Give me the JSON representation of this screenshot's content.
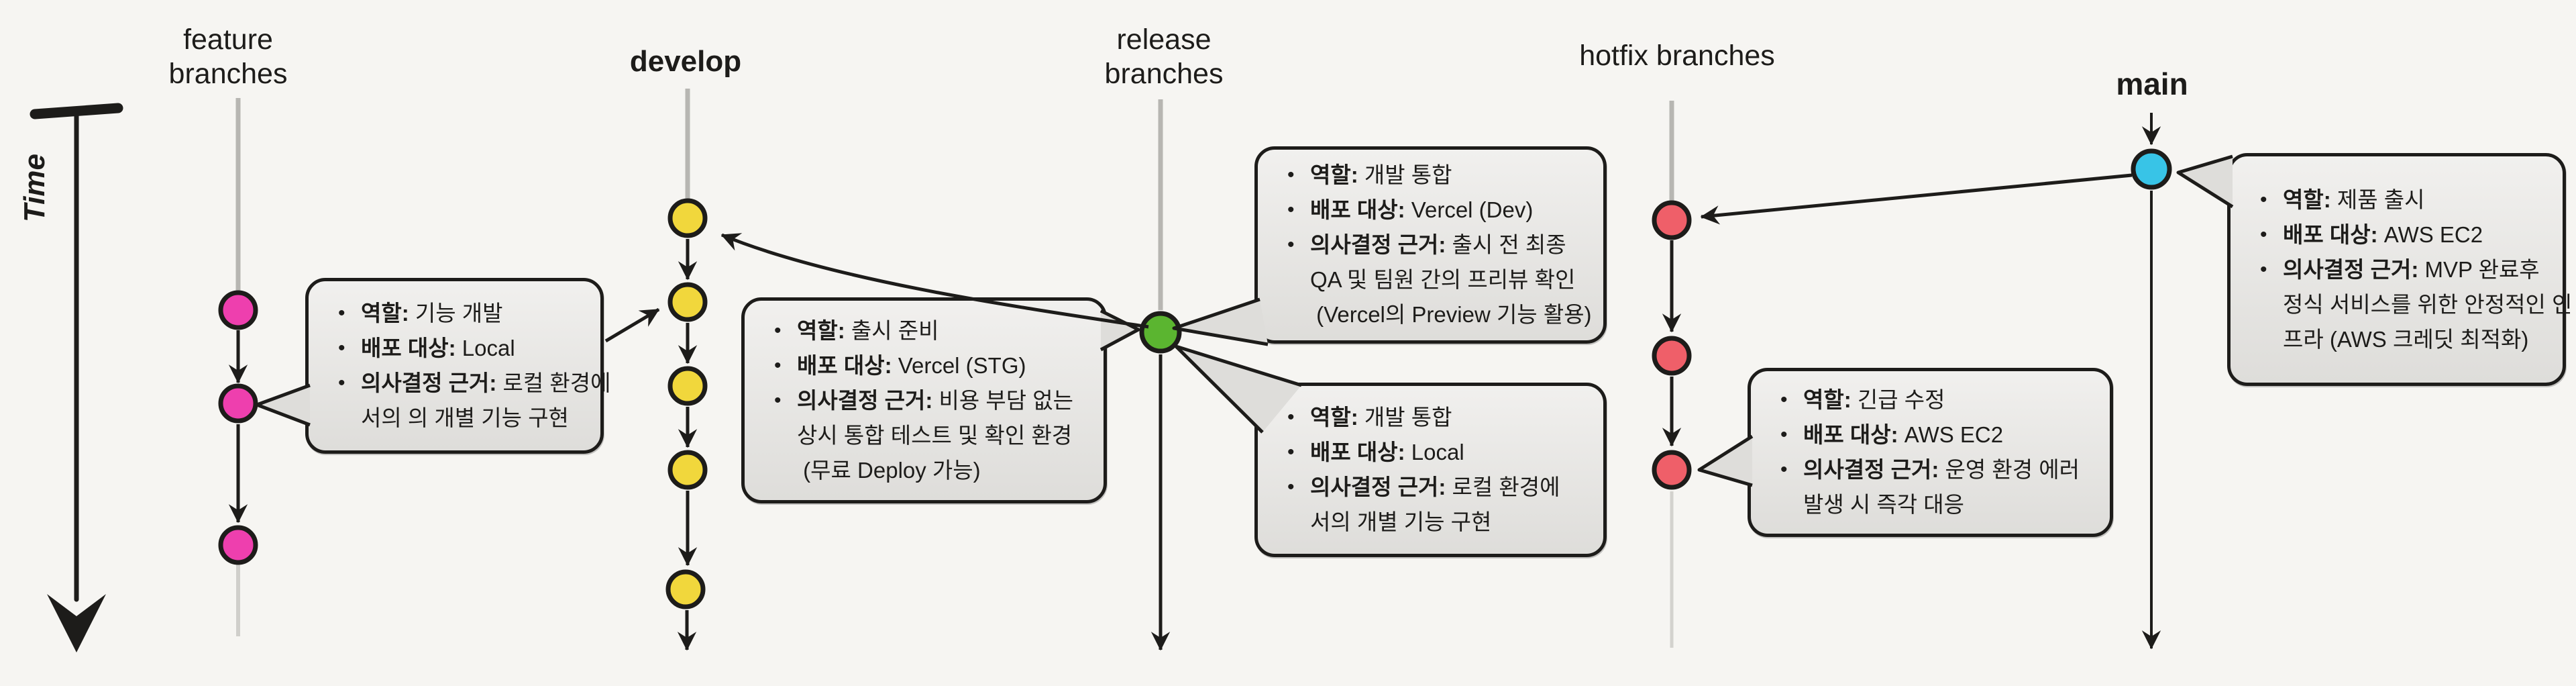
{
  "time_axis": {
    "label": "Time"
  },
  "headers": {
    "feature": "feature\nbranches",
    "develop": "develop",
    "release": "release\nbranches",
    "hotfix": "hotfix branches",
    "main": "main"
  },
  "callout_meta": {
    "bullet": "•"
  },
  "callouts": {
    "feature": {
      "bullets": [
        {
          "label": "역할:",
          "value": "기능 개발"
        },
        {
          "label": "배포 대상:",
          "value": "Local"
        },
        {
          "label": "의사결정 근거:",
          "value": "로컬 환경에\n서의 의 개별 기능 구현"
        }
      ]
    },
    "develop": {
      "bullets": [
        {
          "label": "역할:",
          "value": "출시 준비"
        },
        {
          "label": "배포 대상:",
          "value": "Vercel (STG)"
        },
        {
          "label": "의사결정 근거:",
          "value": "비용 부담 없는\n상시 통합 테스트 및 확인 환경\n (무료 Deploy 가능)"
        }
      ]
    },
    "release_top": {
      "bullets": [
        {
          "label": "역할:",
          "value": "개발 통합"
        },
        {
          "label": "배포 대상:",
          "value": "Vercel (Dev)"
        },
        {
          "label": "의사결정 근거:",
          "value": "출시 전 최종\nQA 및 팀원 간의 프리뷰 확인\n (Vercel의 Preview 기능 활용)"
        }
      ]
    },
    "release_bottom": {
      "bullets": [
        {
          "label": "역할:",
          "value": "개발 통합"
        },
        {
          "label": "배포 대상:",
          "value": "Local"
        },
        {
          "label": "의사결정 근거:",
          "value": "로컬 환경에\n서의 개별 기능 구현"
        }
      ]
    },
    "hotfix": {
      "bullets": [
        {
          "label": "역할:",
          "value": "긴급 수정"
        },
        {
          "label": "배포 대상:",
          "value": "AWS EC2"
        },
        {
          "label": "의사결정 근거:",
          "value": "운영 환경 에러\n발생 시 즉각 대응"
        }
      ]
    },
    "main": {
      "bullets": [
        {
          "label": "역할:",
          "value": "제품 출시"
        },
        {
          "label": "배포 대상:",
          "value": "AWS EC2"
        },
        {
          "label": "의사결정 근거:",
          "value": "MVP 완료후\n정식 서비스를 위한 안정적인 인\n프라 (AWS 크레딧 최적화)"
        }
      ]
    }
  },
  "colors": {
    "bg": "#f6f5f2",
    "ink": "#1d1c1a",
    "line_gray": "#b7b6b2",
    "box_fill": "#f1f0ee",
    "box_fill2": "#deddda",
    "feature_dot": "#ee3fae",
    "develop_dot": "#f1d73c",
    "release_dot": "#5bb530",
    "hotfix_dot": "#ef5f69",
    "main_dot": "#38c4e7"
  }
}
